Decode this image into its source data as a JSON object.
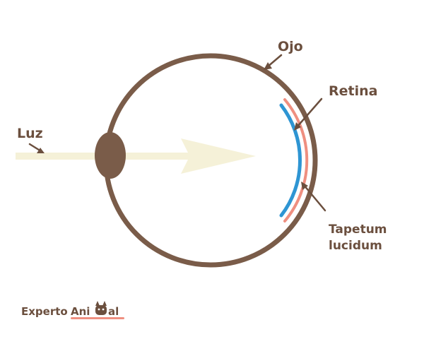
{
  "labels": {
    "eye": "Ojo",
    "retina": "Retina",
    "light": "Luz",
    "tapetum_line1": "Tapetum",
    "tapetum_line2": "lucidum"
  },
  "logo": {
    "part1": "Experto",
    "part2": "Ani",
    "part3": "al"
  },
  "colors": {
    "eye_outline": "#7a5c49",
    "lens": "#7a5c49",
    "light_beam": "#f5f1d8",
    "retina": "#2e95d3",
    "tapetum": "#ef8f80",
    "label_text": "#6b4f3e",
    "logo_dark": "#6b4f3e",
    "logo_accent": "#ef8f80"
  }
}
